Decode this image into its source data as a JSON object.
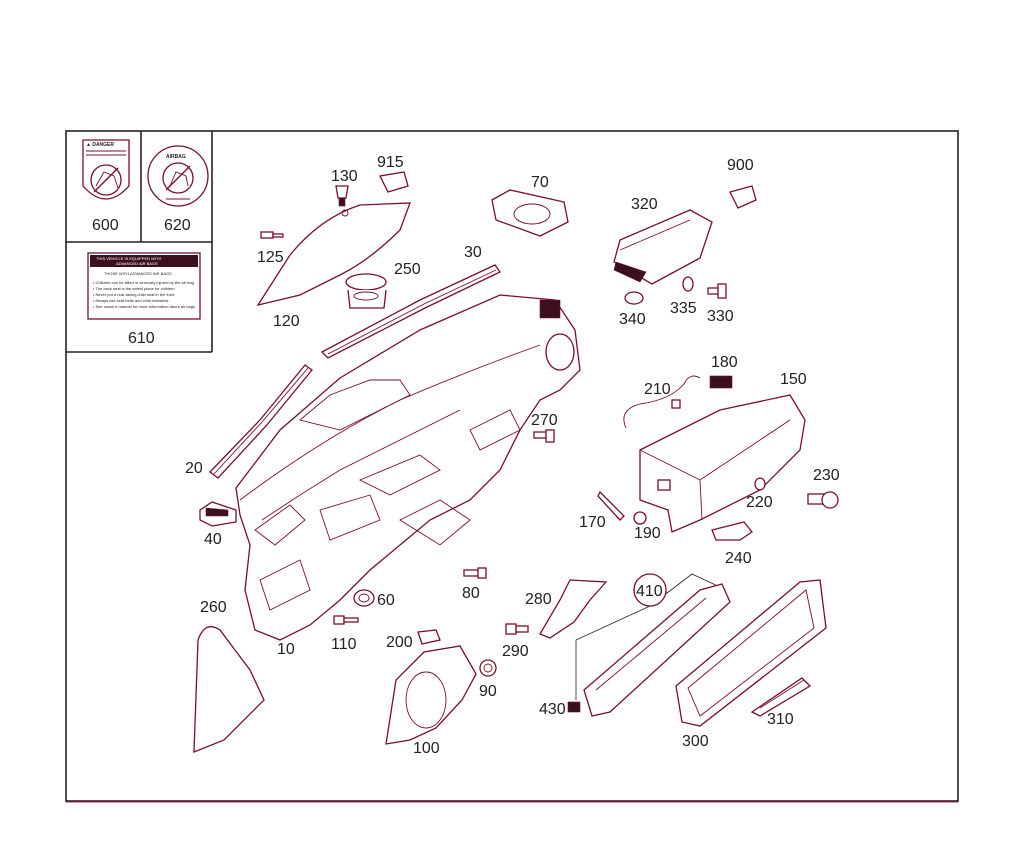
{
  "callouts": {
    "c10": "10",
    "c20": "20",
    "c30": "30",
    "c40": "40",
    "c60": "60",
    "c70": "70",
    "c80": "80",
    "c90": "90",
    "c100": "100",
    "c110": "110",
    "c120": "120",
    "c125": "125",
    "c130": "130",
    "c150": "150",
    "c170": "170",
    "c180": "180",
    "c190": "190",
    "c200": "200",
    "c210": "210",
    "c220": "220",
    "c230": "230",
    "c240": "240",
    "c250": "250",
    "c260": "260",
    "c270": "270",
    "c280": "280",
    "c290": "290",
    "c300": "300",
    "c310": "310",
    "c320": "320",
    "c330": "330",
    "c335": "335",
    "c340": "340",
    "c410": "410",
    "c430": "430",
    "c600": "600",
    "c610": "610",
    "c620": "620",
    "c900": "900",
    "c915": "915"
  },
  "labels": {
    "warning_header": "▲ DANGER",
    "airbag_header": "AIRBAG",
    "sticker_title_1": "THIS VEHICLE IS EQUIPPED WITH",
    "sticker_title_2": "ADVANCED AIR BAGS",
    "sticker_subtitle": "THOSE WITH ADVANCED AIR BAGS",
    "sticker_lines": [
      "• Children can be killed or seriously injured by the air bag",
      "• The back seat is the safest place for children",
      "• Never put a rear-facing child seat in the front",
      "• Always use seat belts and child restraints",
      "• See owner's manual for more information about air bags"
    ]
  },
  "colors": {
    "outline": "#7a0f2a",
    "frame": "#222222",
    "frame_accent": "#c2185b"
  }
}
